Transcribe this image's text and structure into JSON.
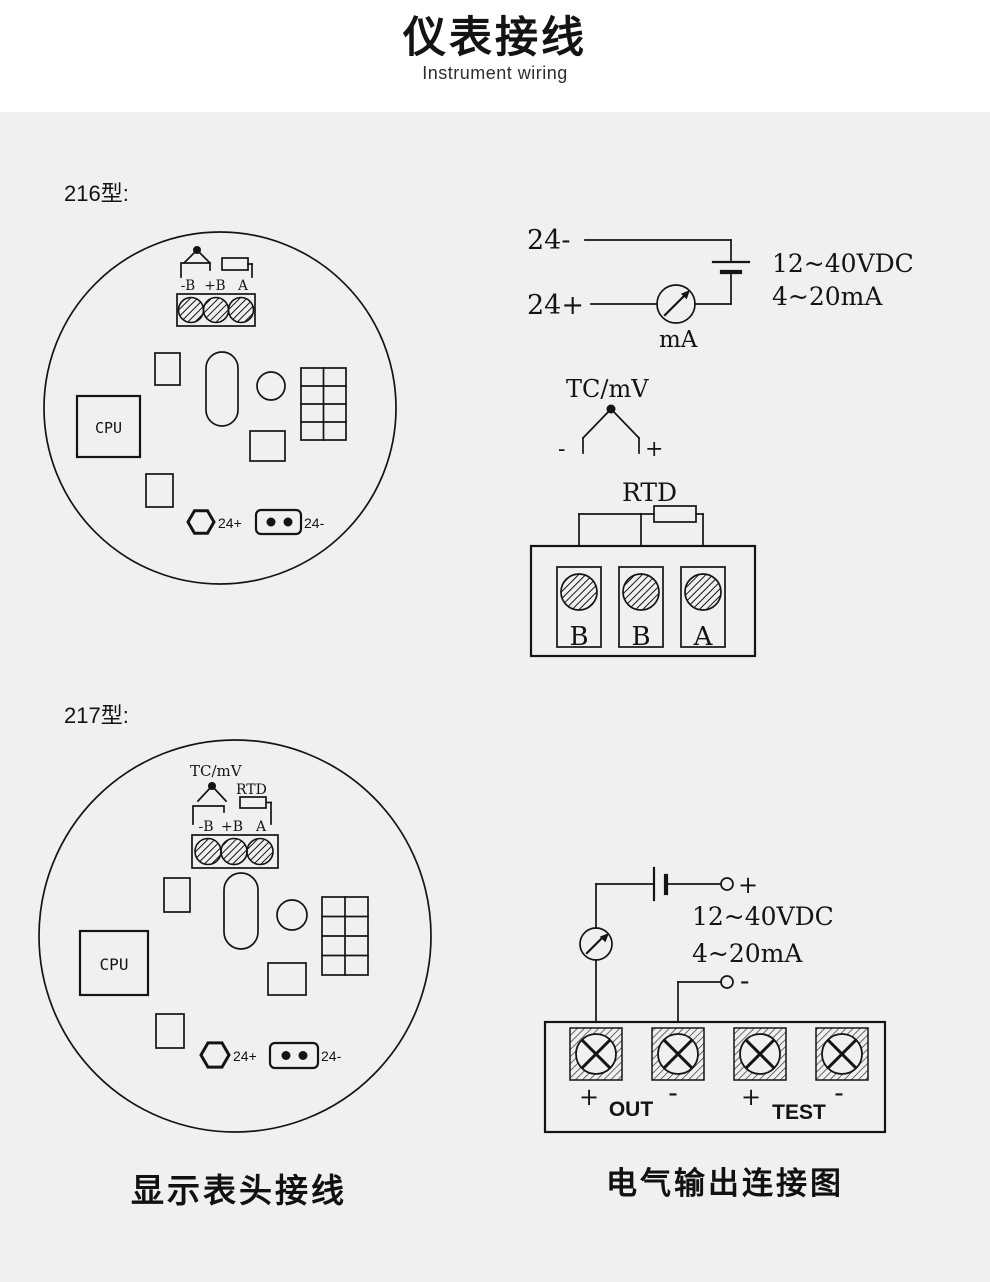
{
  "colors": {
    "page_bg": "#f0f0f0",
    "header_bg": "#ffffff",
    "ink": "#141414"
  },
  "header": {
    "title": "仪表接线",
    "subtitle": "Instrument wiring"
  },
  "model216": {
    "section_label": "216型:",
    "board": {
      "terminals": [
        "-B",
        "+B",
        "A"
      ],
      "cpu_label": "CPU",
      "power_plus": "24+",
      "power_minus": "24-"
    },
    "loop": {
      "wire_minus": "24-",
      "wire_plus": "24+",
      "voltage": "12~40VDC",
      "current": "4~20mA",
      "meter_label": "mA"
    },
    "tc": {
      "label": "TC/mV",
      "minus": "-",
      "plus": "+"
    },
    "rtd": {
      "label": "RTD",
      "terminals": [
        "B",
        "B",
        "A"
      ]
    }
  },
  "model217": {
    "section_label": "217型:",
    "board": {
      "tc_label": "TC/mV",
      "rtd_label": "RTD",
      "terminals": [
        "-B",
        "+B",
        "A"
      ],
      "cpu_label": "CPU",
      "power_plus": "24+",
      "power_minus": "24-"
    },
    "output": {
      "plus": "+",
      "minus": "-",
      "voltage": "12~40VDC",
      "current": "4~20mA",
      "labels": [
        "+",
        "OUT",
        "-",
        "+",
        "TEST",
        "-"
      ]
    }
  },
  "captions": {
    "display_head_wiring": "显示表头接线",
    "electrical_output": "电气输出连接图"
  }
}
